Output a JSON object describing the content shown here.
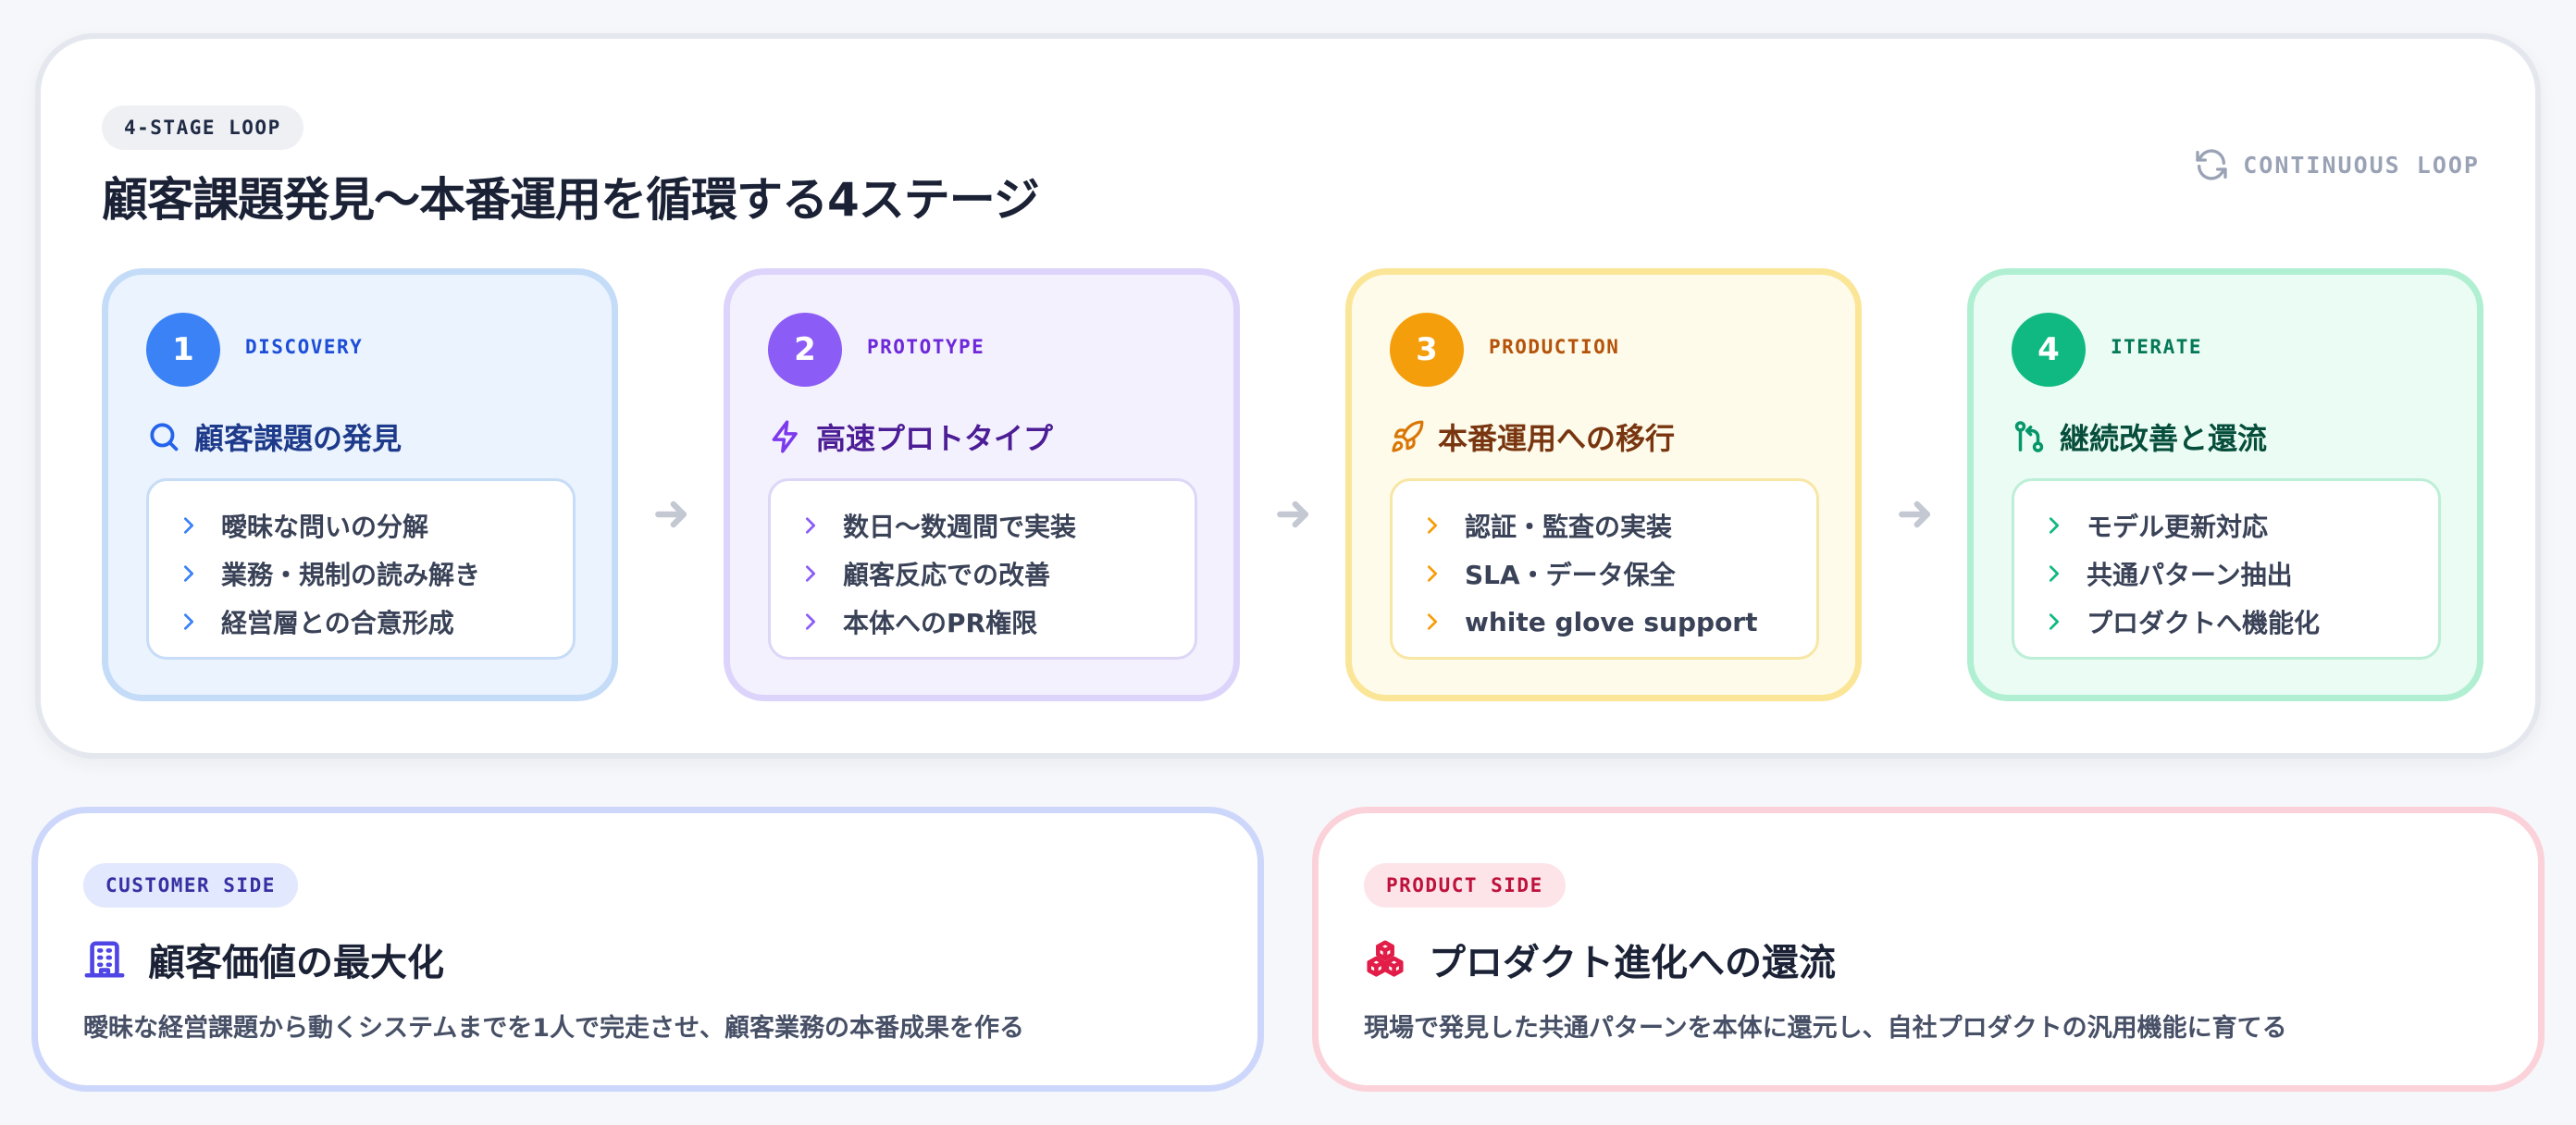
{
  "header": {
    "tag": "4-STAGE LOOP",
    "title": "顧客課題発見〜本番運用を循環する4ステージ",
    "loop_label": "CONTINUOUS LOOP"
  },
  "stages": [
    {
      "number": "1",
      "key": "DISCOVERY",
      "title": "顧客課題の発見",
      "icon": "search-icon",
      "items": [
        "曖昧な問いの分解",
        "業務・規制の読み解き",
        "経営層との合意形成"
      ]
    },
    {
      "number": "2",
      "key": "PROTOTYPE",
      "title": "高速プロトタイプ",
      "icon": "lightning-icon",
      "items": [
        "数日〜数週間で実装",
        "顧客反応での改善",
        "本体へのPR権限"
      ]
    },
    {
      "number": "3",
      "key": "PRODUCTION",
      "title": "本番運用への移行",
      "icon": "rocket-icon",
      "items": [
        "認証・監査の実装",
        "SLA・データ保全",
        "white glove support"
      ]
    },
    {
      "number": "4",
      "key": "ITERATE",
      "title": "継続改善と還流",
      "icon": "git-compare-icon",
      "items": [
        "モデル更新対応",
        "共通パターン抽出",
        "プロダクトへ機能化"
      ]
    }
  ],
  "customer_side": {
    "tag": "CUSTOMER SIDE",
    "icon": "building-icon",
    "title": "顧客価値の最大化",
    "description": "曖昧な経営課題から動くシステムまでを1人で完走させ、顧客業務の本番成果を作る"
  },
  "product_side": {
    "tag": "PRODUCT SIDE",
    "icon": "boxes-icon",
    "title": "プロダクト進化への還流",
    "description": "現場で発見した共通パターンを本体に還元し、自社プロダクトの汎用機能に育てる"
  },
  "colors": {
    "discovery": "#3b82f6",
    "prototype": "#8b5cf6",
    "production": "#f59e0b",
    "iterate": "#10b981",
    "customer": "#4f46e5",
    "product": "#e11d48"
  }
}
